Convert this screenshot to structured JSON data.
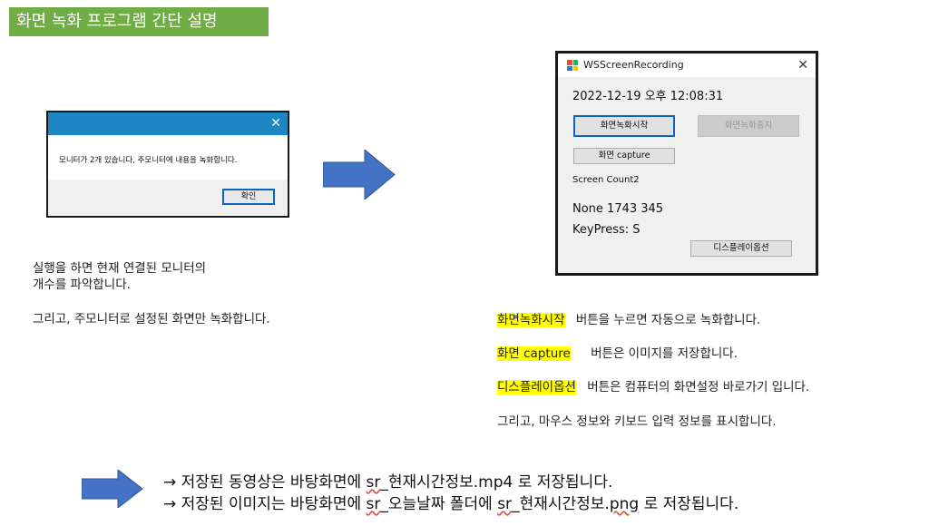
{
  "header": {
    "title": "화면 녹화 프로그램 간단 설명"
  },
  "message_box": {
    "message": "모니터가 2개 있습니다, 주모니터에 내용을 녹화합니다.",
    "ok_label": "확인"
  },
  "app_window": {
    "title": "WSScreenRecording",
    "datetime": "2022-12-19 오후 12:08:31",
    "start_label": "화면녹화시작",
    "stop_label": "화면녹화중지",
    "capture_label": "화면 capture",
    "screen_count": "Screen Count2",
    "mouse_info": "None 1743 345",
    "key_info": "KeyPress: S",
    "display_label": "디스플레이옵션"
  },
  "left_description": {
    "line1": "실행을 하면 현재 연결된 모니터의",
    "line2": "개수를 파악합니다.",
    "line3": "그리고, 주모니터로 설정된 화면만 녹화합니다."
  },
  "right_description": {
    "start_term": "화면녹화시작",
    "start_text": "버튼을 누르면 자동으로 녹화합니다.",
    "capture_term": "화면 capture",
    "capture_text": "버튼은 이미지를 저장합니다.",
    "display_term": "디스플레이옵션",
    "display_text": "버튼은 컴퓨터의 화면설정 바로가기 입니다.",
    "extra_text": "그리고, 마우스 정보와 키보드 입력 정보를 표시합니다."
  },
  "bottom_notes": {
    "line1_a": "→ 저장된 동영상은 바탕화면에 ",
    "line1_sr": "sr",
    "line1_b": "_현재시간정보.mp4 로 저장됩니다.",
    "line2_a": "→ 저장된 이미지는 바탕화면에 ",
    "line2_sr": "sr",
    "line2_b": "_오늘날짜 폴더에 ",
    "line2_sr2": "sr",
    "line2_c": "_현재시간정보.",
    "line2_png": "png",
    "line2_d": " 로 저장됩니다."
  },
  "colors": {
    "banner": "#70ad47",
    "arrow": "#4472c4",
    "highlight": "#ffff00",
    "titlebar": "#1d87c4"
  },
  "icons": [
    "close-icon",
    "app-logo-icon",
    "right-arrow-icon"
  ]
}
